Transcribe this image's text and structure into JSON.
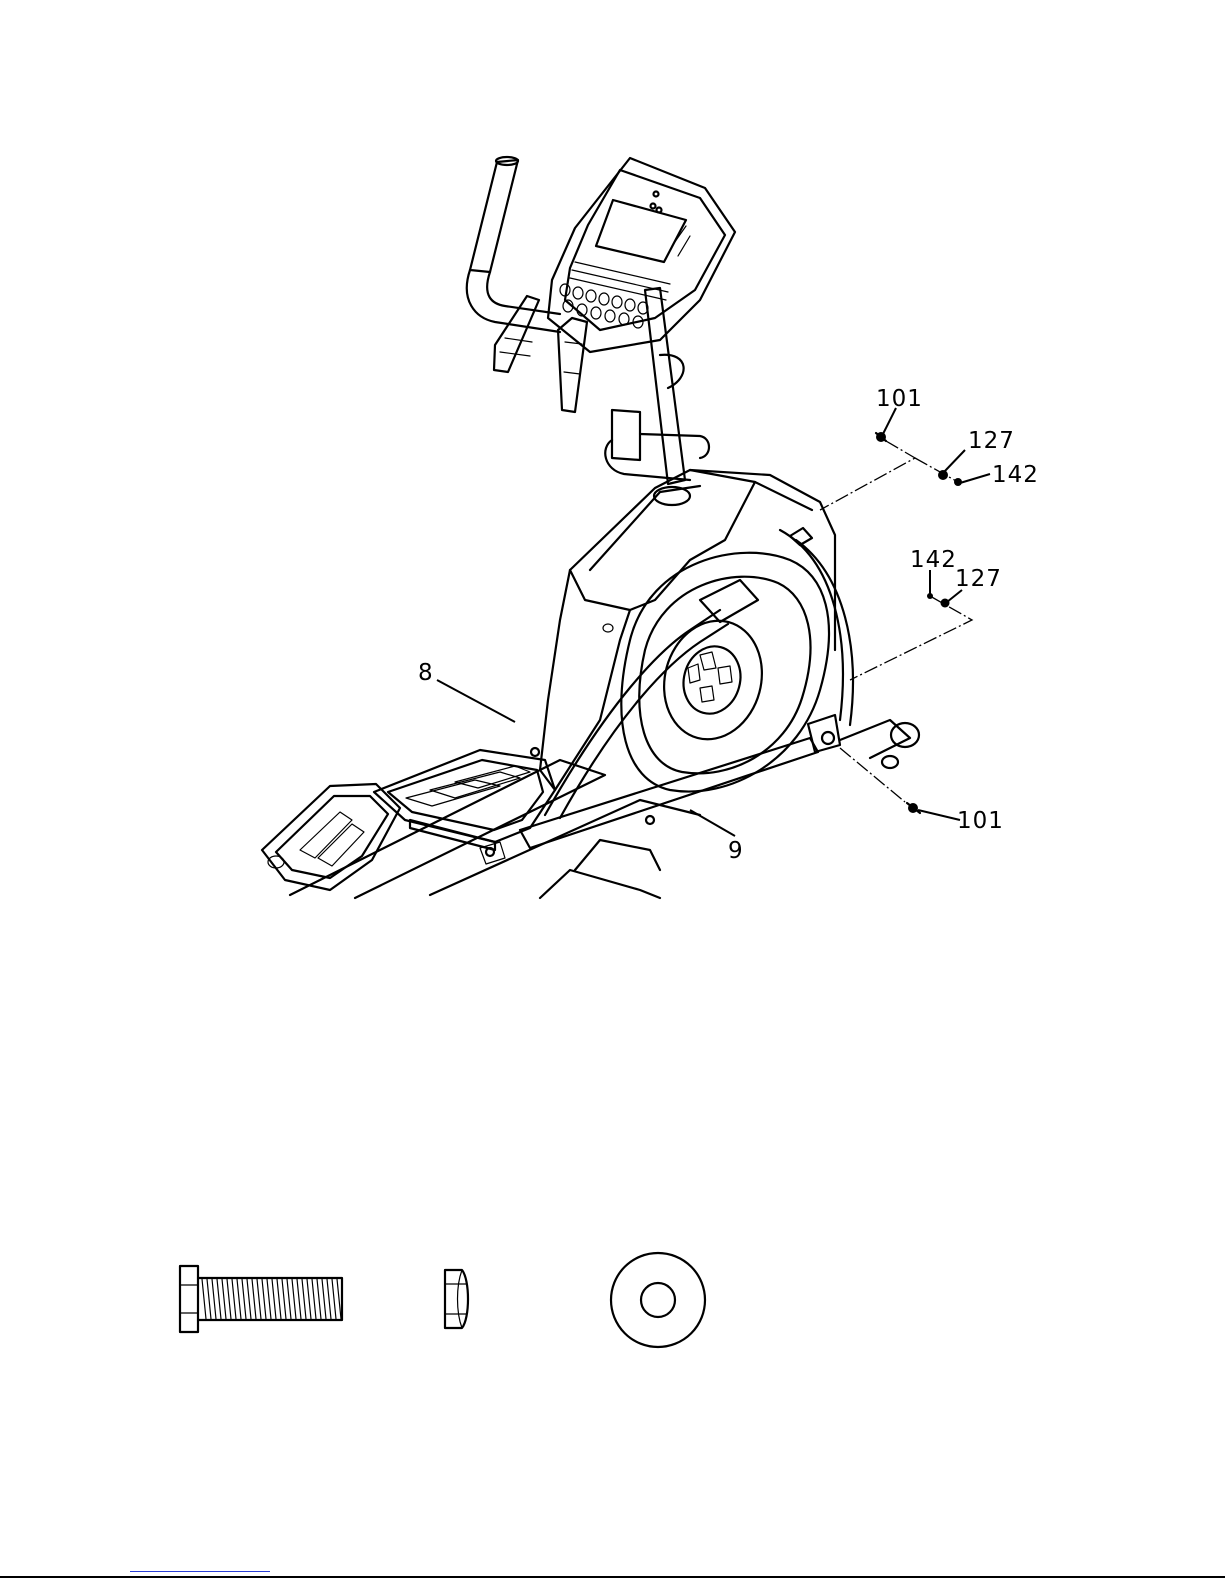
{
  "callouts": {
    "part_101_top": "101",
    "part_127_top": "127",
    "part_142_top": "142",
    "part_142_mid": "142",
    "part_127_mid": "127",
    "part_8": "8",
    "part_101_bottom": "101",
    "part_9": "9"
  },
  "hardware": [
    "bolt",
    "nylon-lock-nut",
    "flat-washer"
  ]
}
